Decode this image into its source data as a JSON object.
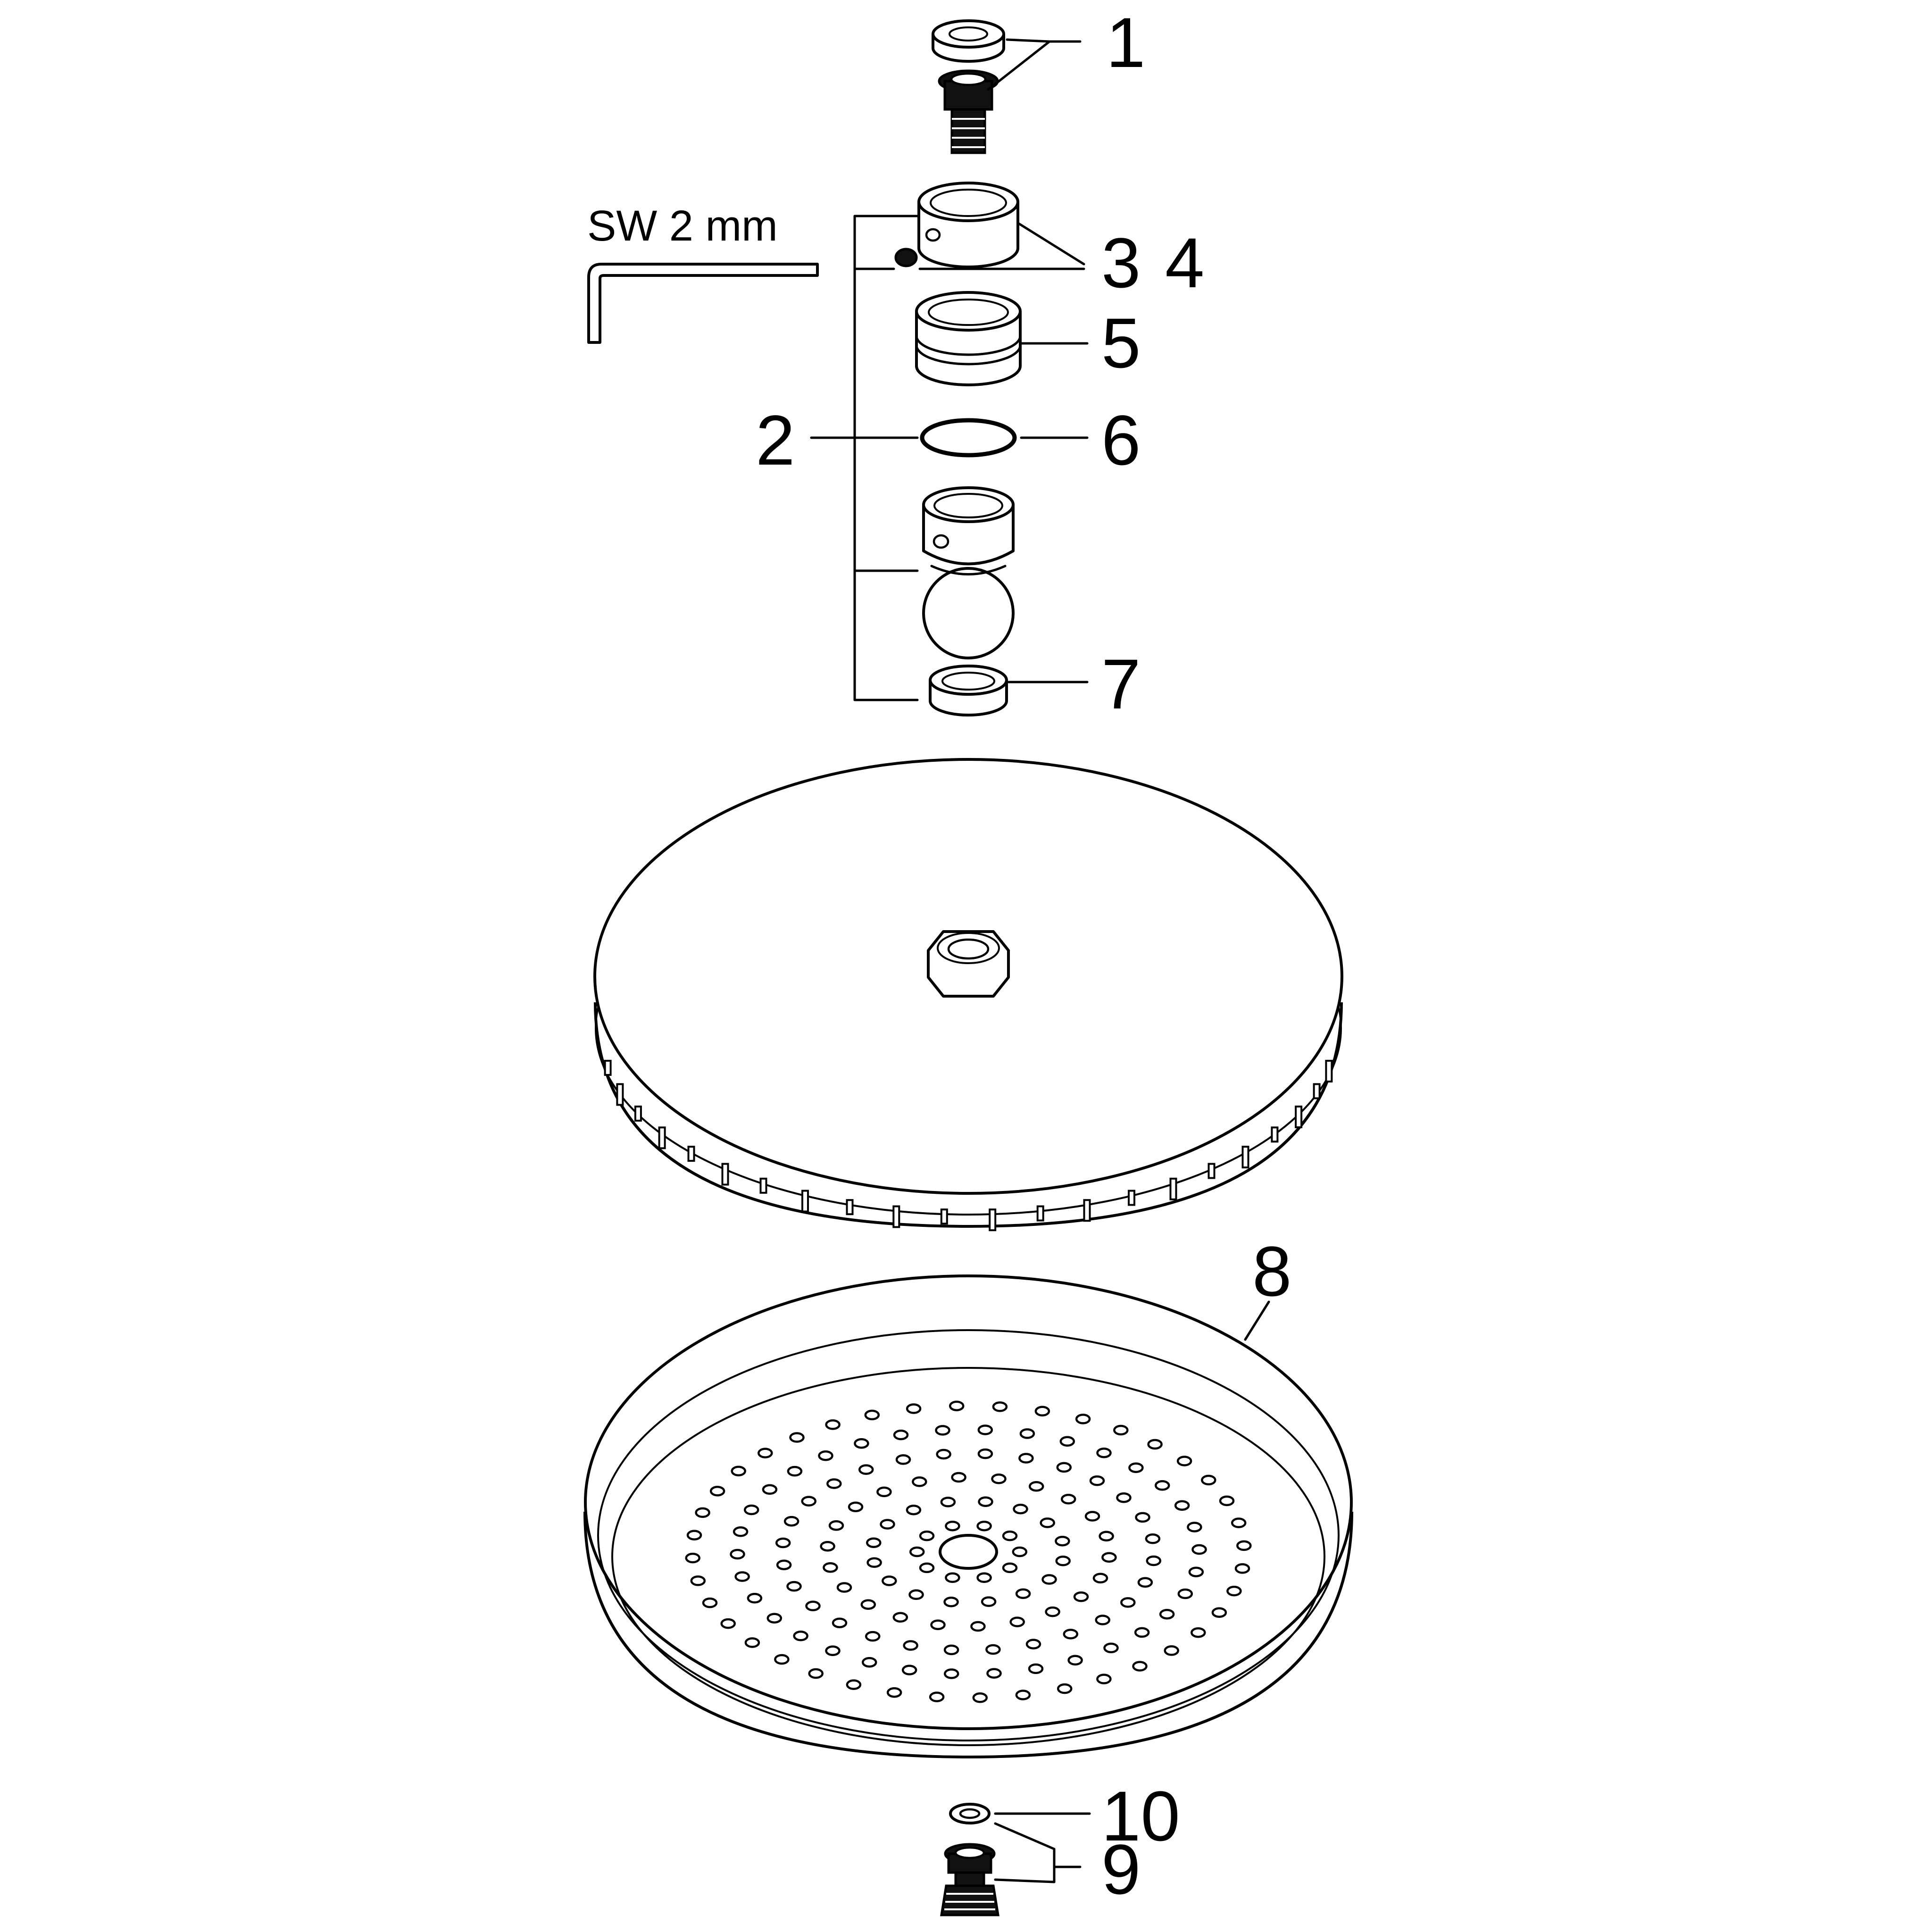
{
  "tool": {
    "label": "SW 2 mm"
  },
  "callouts": {
    "c1": "1",
    "c2": "2",
    "c3": "3",
    "c4": "4",
    "c5": "5",
    "c6": "6",
    "c7": "7",
    "c8": "8",
    "c9": "9",
    "c10": "10"
  }
}
